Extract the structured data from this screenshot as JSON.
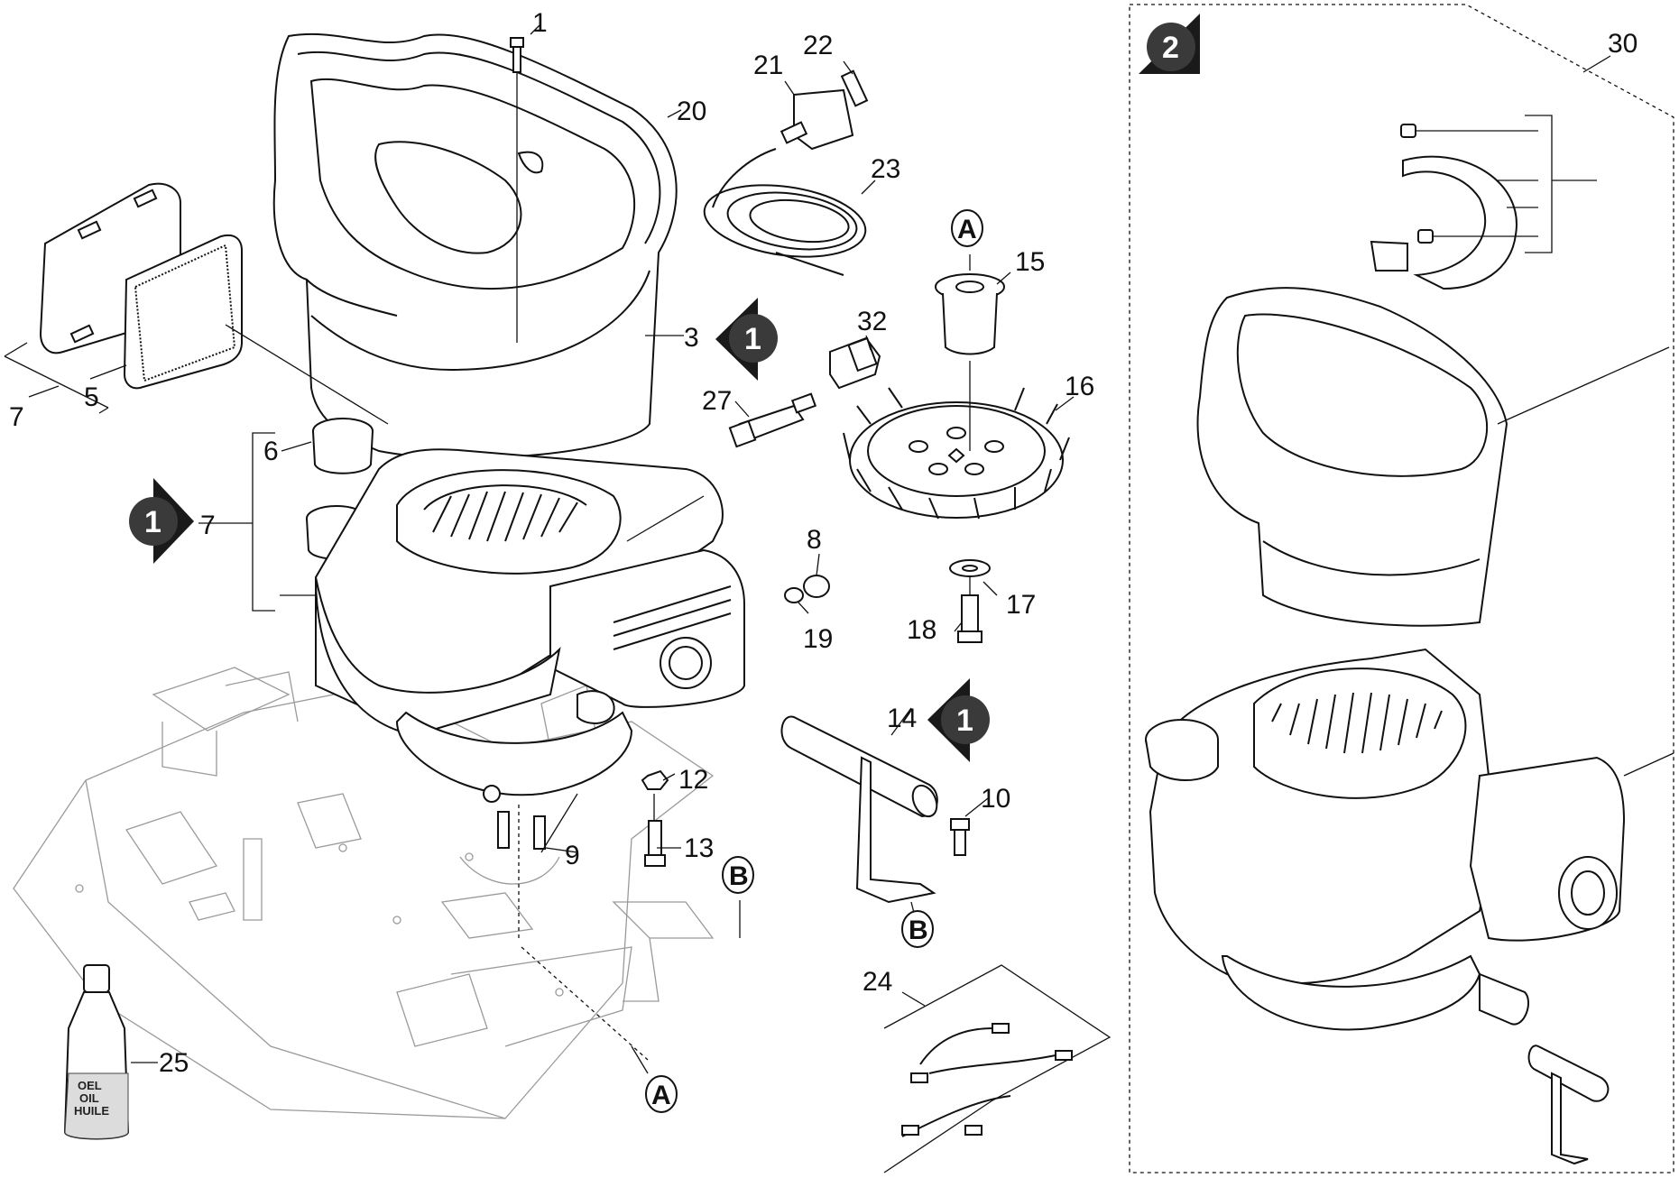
{
  "diagram": {
    "part_numbers": [
      "1",
      "20",
      "21",
      "22",
      "23",
      "15",
      "32",
      "3",
      "16",
      "27",
      "5",
      "7",
      "6",
      "8",
      "19",
      "17",
      "18",
      "14",
      "12",
      "10",
      "13",
      "9",
      "24",
      "25",
      "30"
    ],
    "reference_letters": [
      "A",
      "B"
    ],
    "variant_badges": [
      "1",
      "2"
    ],
    "bottle_text": [
      "OEL",
      "OIL",
      "HUILE"
    ]
  }
}
